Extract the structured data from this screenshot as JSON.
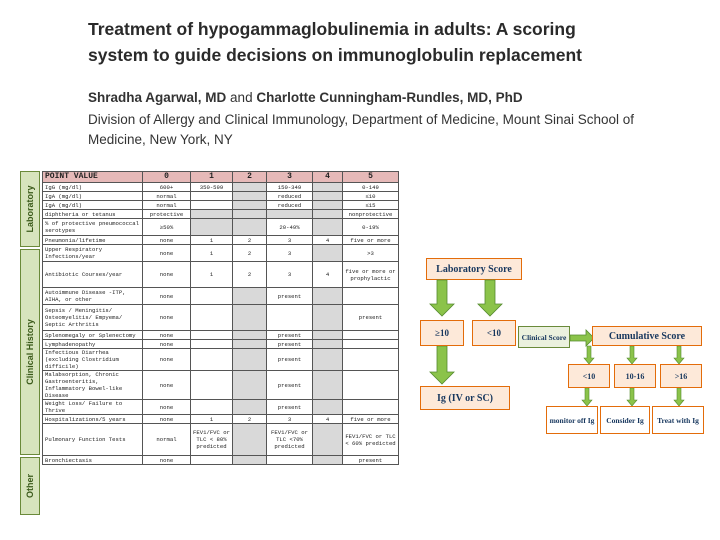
{
  "header": {
    "title_line1": "Treatment of hypogammaglobulinemia in adults: A scoring",
    "title_line2": "system to guide decisions on immunoglobulin replacement",
    "author1": "Shradha Agarwal, MD",
    "author_and": "and",
    "author2": "Charlotte Cunningham-Rundles, MD, PhD",
    "affil_line1": "Division of Allergy and Clinical Immunology, Department of Medicine, Mount Sinai School of",
    "affil_line2": "Medicine, New York, NY"
  },
  "table": {
    "sections": [
      "Laboratory",
      "Clinical History",
      "Other"
    ],
    "header": [
      "POINT VALUE",
      "0",
      "1",
      "2",
      "3",
      "4",
      "5"
    ],
    "rows": [
      {
        "label": "IgG (mg/dl)",
        "cells": [
          "600+",
          "350-599",
          "",
          "150-349",
          "",
          "0-149"
        ]
      },
      {
        "label": "IgA (mg/dl)",
        "cells": [
          "normal",
          "",
          "",
          "reduced",
          "",
          "≤10"
        ]
      },
      {
        "label": "IgA (mg/dl)",
        "cells": [
          "normal",
          "",
          "",
          "reduced",
          "",
          "≤15"
        ]
      },
      {
        "label": "diphtheria or tetanus",
        "cells": [
          "protective",
          "",
          "",
          "",
          "",
          "nonprotective"
        ]
      },
      {
        "label": "% of protective pneumococcal serotypes",
        "cells": [
          "≥50%",
          "",
          "",
          "20-49%",
          "",
          "0-19%"
        ]
      },
      {
        "label": "Pneumonia/lifetime",
        "cells": [
          "none",
          "1",
          "2",
          "3",
          "4",
          "five or more"
        ]
      },
      {
        "label": "Upper Respiratory Infections/year",
        "cells": [
          "none",
          "1",
          "2",
          "3",
          "",
          ">3"
        ]
      },
      {
        "label": "Antibiotic Courses/year",
        "cells": [
          "none",
          "1",
          "2",
          "3",
          "4",
          "five or more or prophylactic"
        ]
      },
      {
        "label": "Autoimmune Disease -ITP, AIHA, or other",
        "cells": [
          "none",
          "",
          "",
          "present",
          "",
          ""
        ]
      },
      {
        "label": "Sepsis / Meningitis/ Osteomyelitis/ Empyema/ Septic Arthritis",
        "cells": [
          "none",
          "",
          "",
          "",
          "",
          "present"
        ]
      },
      {
        "label": "Splenomegaly or Splenectomy",
        "cells": [
          "none",
          "",
          "",
          "present",
          "",
          ""
        ]
      },
      {
        "label": "Lymphadenopathy",
        "cells": [
          "none",
          "",
          "",
          "present",
          "",
          ""
        ]
      },
      {
        "label": "Infectious Diarrhea (excluding Clostridium difficile)",
        "cells": [
          "none",
          "",
          "",
          "present",
          "",
          ""
        ]
      },
      {
        "label": "Malabsorption, Chronic Gastroenteritis, Inflammatory Bowel-like Disease",
        "cells": [
          "none",
          "",
          "",
          "present",
          "",
          ""
        ]
      },
      {
        "label": "Weight Loss/ Failure to Thrive",
        "cells": [
          "none",
          "",
          "",
          "present",
          "",
          ""
        ]
      },
      {
        "label": "Hospitalizations/5 years",
        "cells": [
          "none",
          "1",
          "2",
          "3",
          "4",
          "five or more"
        ]
      },
      {
        "label": "Pulmonary Function Tests",
        "cells": [
          "normal",
          "FEV1/FVC or TLC < 80% predicted",
          "",
          "FEV1/FVC or TLC <70% predicted",
          "",
          "FEV1/FVC or TLC < 60% predicted"
        ]
      },
      {
        "label": "Bronchiectasis",
        "cells": [
          "none",
          "",
          "",
          "",
          "",
          "present"
        ]
      }
    ]
  },
  "flowchart": {
    "lab_score": "Laboratory Score",
    "ge10": "≥10",
    "lt10": "<10",
    "clinical_score": "Clinical Score",
    "cumulative_score": "Cumulative Score",
    "ig": "Ig (IV or SC)",
    "c_lt10": "<10",
    "c_10_16": "10-16",
    "c_gt16": ">16",
    "monitor": "monitor off Ig",
    "consider": "Consider Ig",
    "treat": "Treat with Ig",
    "colors": {
      "box_fill": "#fde9d9",
      "box_border": "#e36c0a",
      "arrow": "#7cb342",
      "text": "#17375e"
    }
  }
}
